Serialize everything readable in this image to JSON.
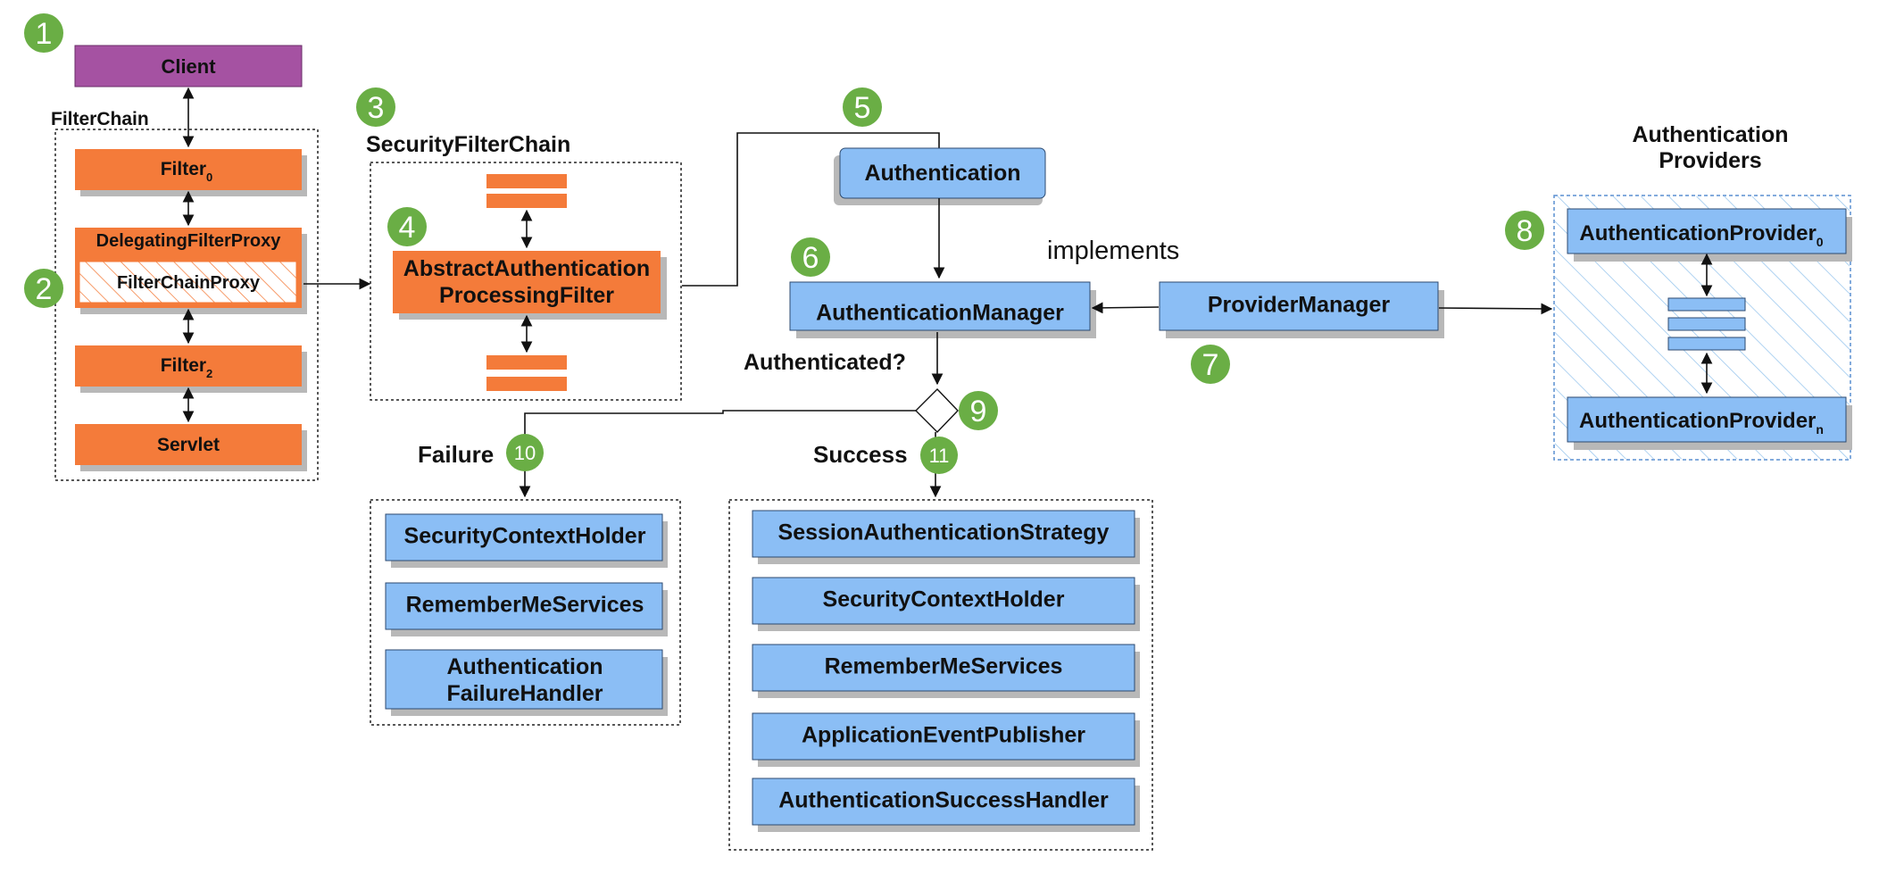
{
  "nodes": {
    "client": "Client",
    "filterchain_label": "FilterChain",
    "filter0": "Filter",
    "filter0_sub": "0",
    "delegating": "DelegatingFilterProxy",
    "filterchainproxy": "FilterChainProxy",
    "filter2": "Filter",
    "filter2_sub": "2",
    "servlet": "Servlet",
    "securityfilterchain_label": "SecurityFilterChain",
    "abstract_line1": "AbstractAuthentication",
    "abstract_line2": "ProcessingFilter",
    "authentication": "Authentication",
    "authmanager": "AuthenticationManager",
    "implements": "implements",
    "providermanager": "ProviderManager",
    "providers_title_line1": "Authentication",
    "providers_title_line2": "Providers",
    "provider0": "AuthenticationProvider",
    "provider0_sub": "0",
    "providern": "AuthenticationProvider",
    "providern_sub": "n",
    "authenticated_q": "Authenticated?",
    "failure": "Failure",
    "success": "Success",
    "failure_items": [
      "SecurityContextHolder",
      "RememberMeServices"
    ],
    "failure_handler_line1": "Authentication",
    "failure_handler_line2": "FailureHandler",
    "success_items": [
      "SessionAuthenticationStrategy",
      "SecurityContextHolder",
      "RememberMeServices",
      "ApplicationEventPublisher",
      "AuthenticationSuccessHandler"
    ]
  },
  "badges": [
    "1",
    "2",
    "3",
    "4",
    "5",
    "6",
    "7",
    "8",
    "9",
    "10",
    "11"
  ],
  "colors": {
    "client": "#A552A2",
    "orange": "#F47B3A",
    "blue": "#8BBEF5",
    "green": "#6AAE45",
    "shadow": "#B8B8B8",
    "hatch": "#9CC8EE"
  }
}
